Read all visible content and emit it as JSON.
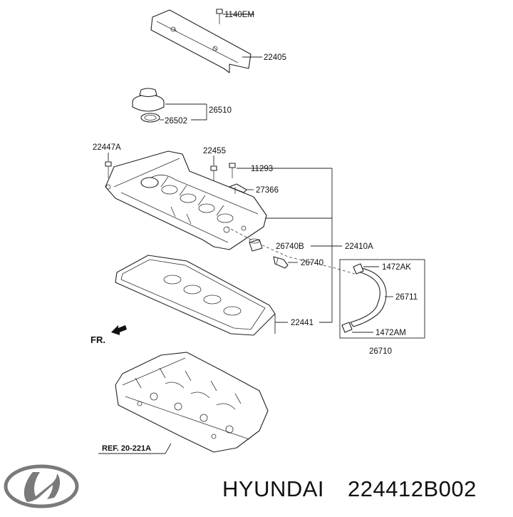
{
  "diagram": {
    "labels": {
      "bolt_top": "1140EM",
      "cover_shield": "22405",
      "cap_assembly": "26510",
      "cap_seal": "26502",
      "bolt_left": "22447A",
      "bolt_mid": "22455",
      "bolt_right": "11293",
      "bracket": "27366",
      "plug": "26740B",
      "cover_assembly": "22410A",
      "sensor": "26740",
      "hose_clamp_top": "1472AK",
      "hose": "26711",
      "hose_clamp_bottom": "1472AM",
      "hose_assembly": "26710",
      "gasket": "22441",
      "front_marker": "FR.",
      "reference": "REF. 20-221A"
    }
  },
  "footer": {
    "brand": "HYUNDAI",
    "part_number": "224412B002"
  },
  "colors": {
    "ink": "#111111",
    "line": "#222222",
    "logo": "#7a7a7a",
    "background": "#ffffff"
  },
  "icons": {
    "logo": "hyundai-logo-icon",
    "front_arrow": "front-arrow-icon"
  }
}
